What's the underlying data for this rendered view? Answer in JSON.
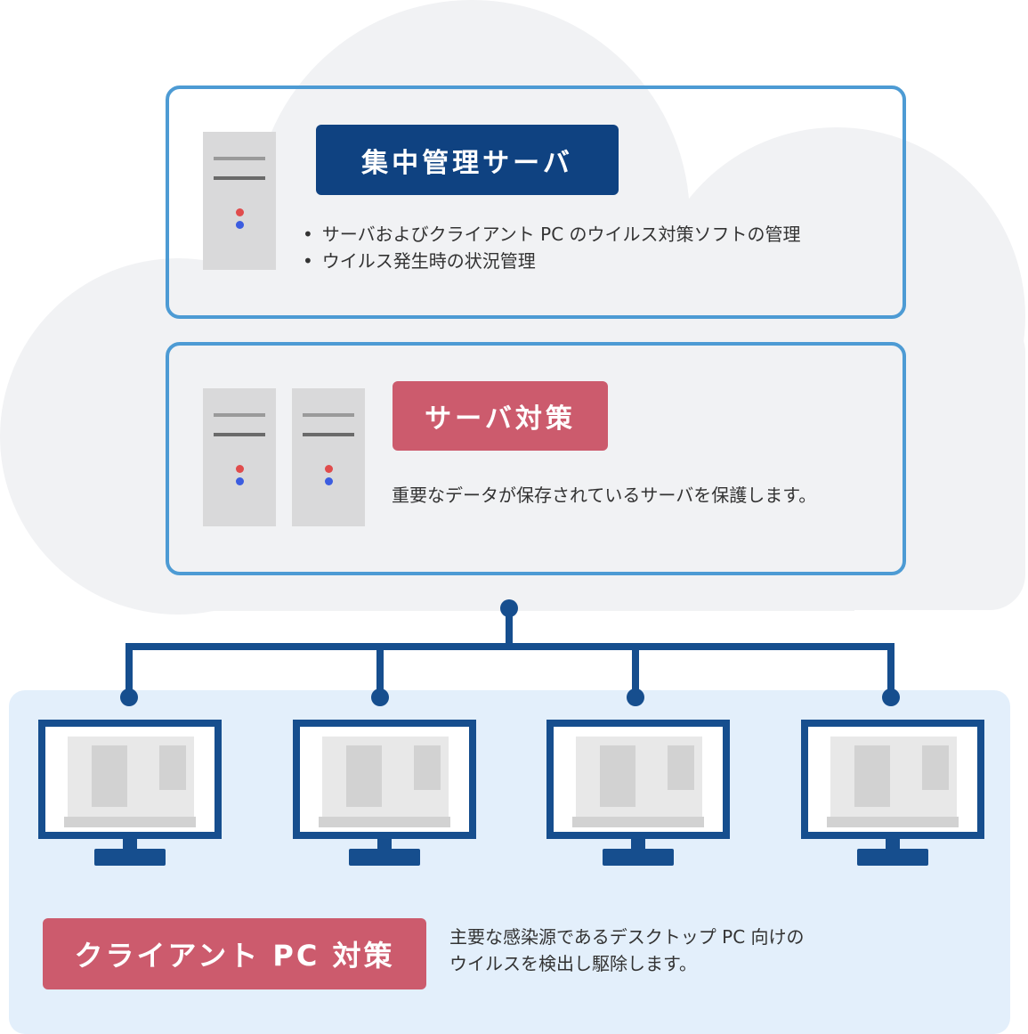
{
  "central_server": {
    "label": "集中管理サーバ",
    "items": [
      "サーバおよびクライアント PC のウイルス対策ソフトの管理",
      "ウイルス発生時の状況管理"
    ]
  },
  "server_protection": {
    "label": "サーバ対策",
    "description": "重要なデータが保存されているサーバを保護します。"
  },
  "client_protection": {
    "label": "クライアント PC 対策",
    "description_lines": [
      "主要な感染源であるデスクトップ PC 向けの",
      "ウイルスを検出し駆除します。"
    ]
  },
  "colors": {
    "navy": "#0f4281",
    "rose": "#cc5b6d",
    "panel_border": "#4d9bd4",
    "cloud": "#f1f2f4",
    "client_bg": "#e3effb",
    "line": "#164e8e"
  },
  "icons": {
    "server": "server-tower-icon",
    "monitor": "desktop-monitor-icon"
  }
}
